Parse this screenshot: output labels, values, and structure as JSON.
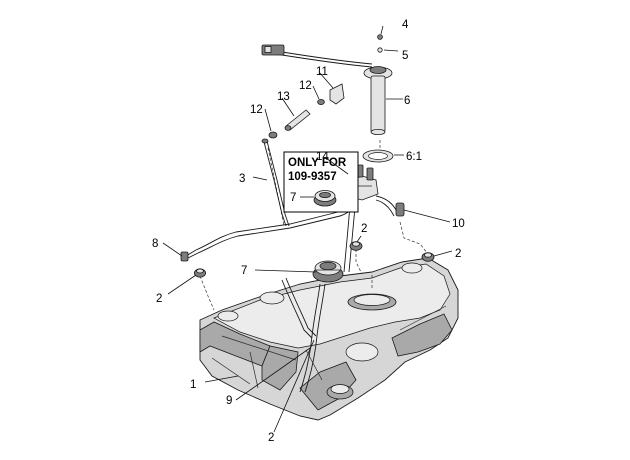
{
  "callouts": {
    "c1": "1",
    "c2a": "2",
    "c2b": "2",
    "c2c": "2",
    "c2d": "2",
    "c3": "3",
    "c4": "4",
    "c5": "5",
    "c6": "6",
    "c6_1": "6:1",
    "c7a": "7",
    "c7b": "7",
    "c8": "8",
    "c9": "9",
    "c10": "10",
    "c11": "11",
    "c12a": "12",
    "c12b": "12",
    "c13": "13",
    "c14": "14"
  },
  "note": {
    "line1": "ONLY FOR",
    "line2": "109-9357"
  }
}
